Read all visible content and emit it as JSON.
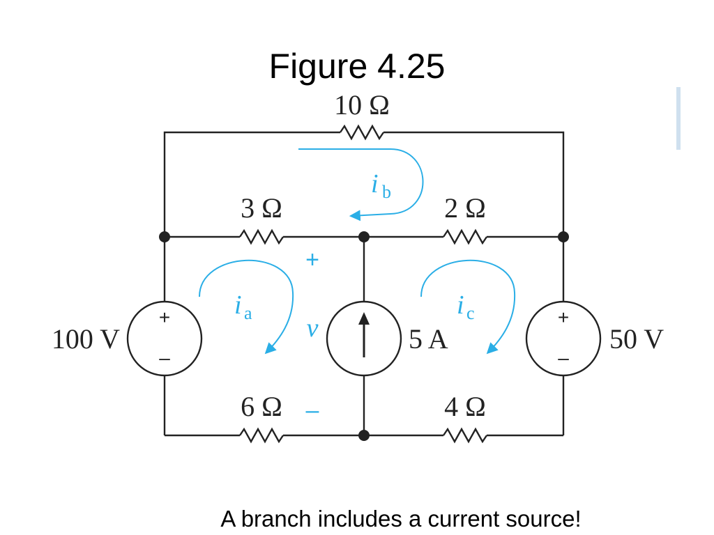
{
  "title": "Figure 4.25",
  "caption": "A branch includes a current source!",
  "colors": {
    "wire": "#222222",
    "mesh_annotation": "#2aaee6"
  },
  "circuit": {
    "resistors": {
      "r_top": "10 Ω",
      "r_left": "3 Ω",
      "r_right": "2 Ω",
      "r_bottom_left": "6 Ω",
      "r_bottom_right": "4 Ω"
    },
    "sources": {
      "v_left": {
        "label": "100 V",
        "plus": "+",
        "minus": "–"
      },
      "i_center": {
        "label": "5 A"
      },
      "v_right": {
        "label": "50 V",
        "plus": "+",
        "minus": "–"
      }
    },
    "meshes": {
      "a": {
        "symbol": "i",
        "sub": "a"
      },
      "b": {
        "symbol": "i",
        "sub": "b"
      },
      "c": {
        "symbol": "i",
        "sub": "c"
      }
    },
    "voltage_v": {
      "symbol": "v",
      "plus": "+",
      "minus": "–"
    }
  }
}
